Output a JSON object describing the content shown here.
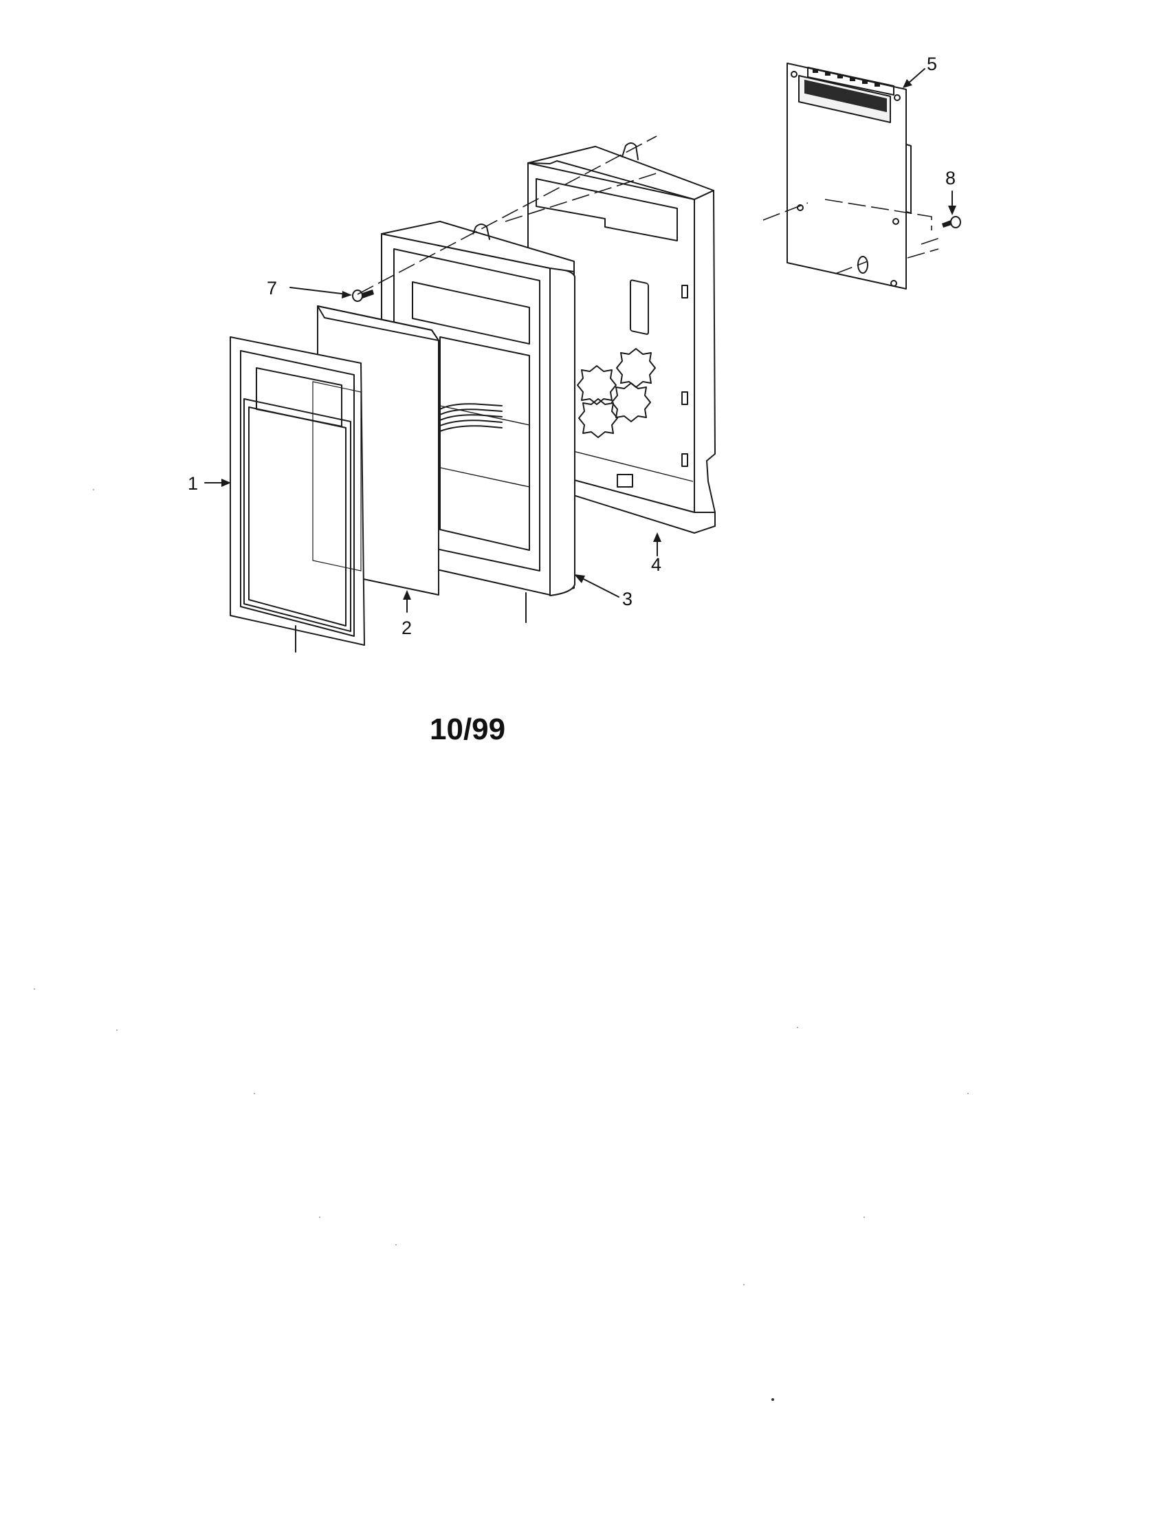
{
  "diagram": {
    "date_code": "10/99",
    "callouts": {
      "p1": "1",
      "p2": "2",
      "p3": "3",
      "p4": "4",
      "p5": "5",
      "p7": "7",
      "p8": "8"
    }
  }
}
